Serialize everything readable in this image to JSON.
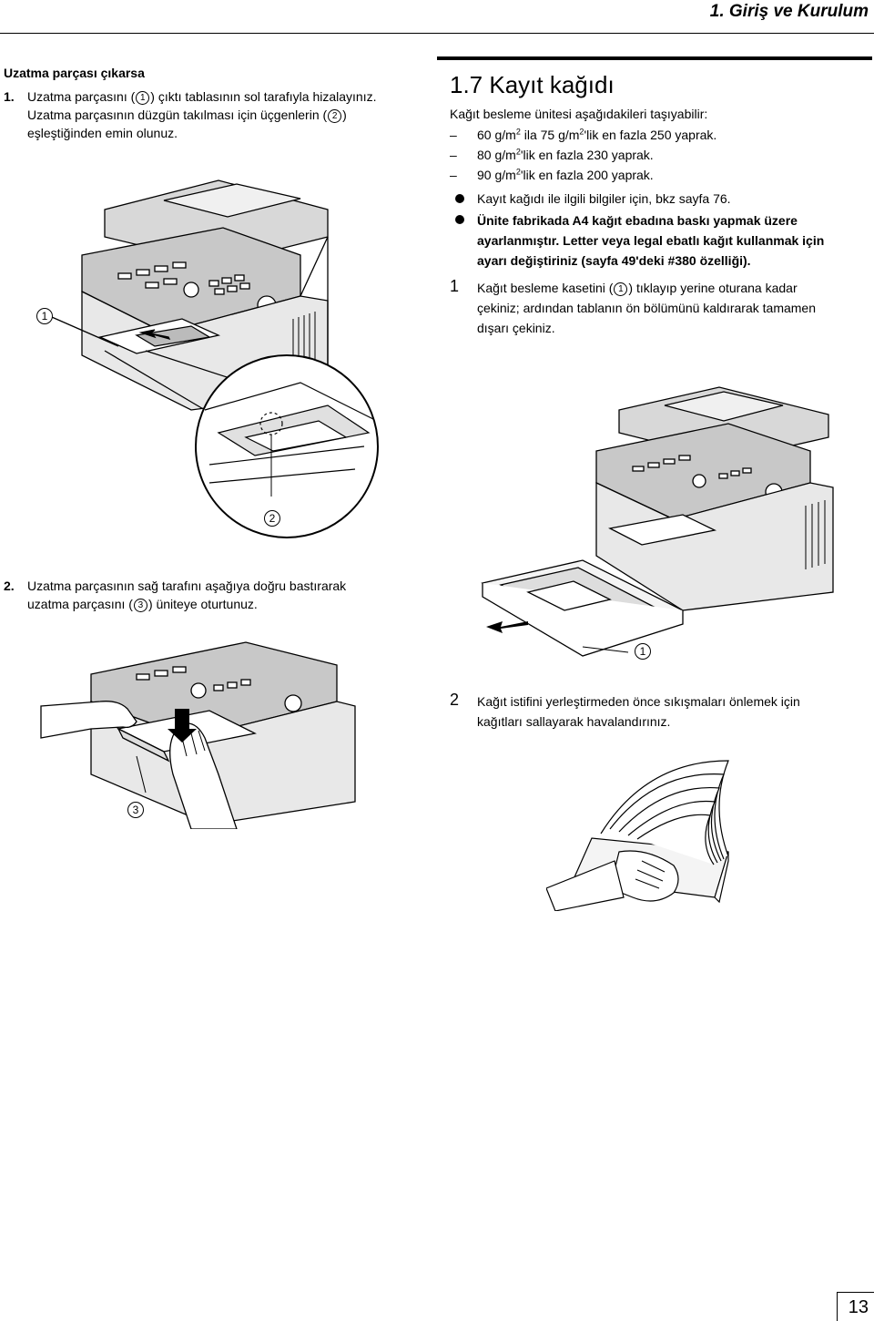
{
  "header": {
    "chapter_title": "1. Giriş ve Kurulum"
  },
  "left": {
    "heading": "Uzatma parçası çıkarsa",
    "step1": {
      "num": "1.",
      "line1_a": "Uzatma parçasını (",
      "line1_b": ") çıktı tablasının sol tarafıyla hizalayınız.",
      "line2_a": "Uzatma parçasının düzgün takılması için üçgenlerin (",
      "line2_b": ")",
      "line3": "eşleştiğinden emin olunuz."
    },
    "step2": {
      "num": "2.",
      "line1": "Uzatma parçasının sağ tarafını aşağıya doğru bastırarak",
      "line2_a": "uzatma parçasını (",
      "line2_b": ") üniteye oturtunuz."
    }
  },
  "right": {
    "section_title": "1.7 Kayıt kağıdı",
    "intro": "Kağıt besleme ünitesi aşağıdakileri taşıyabilir:",
    "dash_items": [
      {
        "a": "60 g/m",
        "b": " ila 75 g/m",
        "c": "'lik en fazla 250 yaprak."
      },
      {
        "a": "80 g/m",
        "c": "'lik en fazla 230 yaprak."
      },
      {
        "a": "90 g/m",
        "c": "'lik en fazla 200 yaprak."
      }
    ],
    "sup": "2",
    "bullet1": "Kayıt kağıdı ile ilgili bilgiler için, bkz sayfa 76.",
    "bullet2_line1": "Ünite fabrikada A4 kağıt ebadına baskı yapmak üzere",
    "bullet2_line2": "ayarlanmıştır. Letter veya legal ebatlı kağıt kullanmak için",
    "bullet2_line3": "ayarı değiştiriniz (sayfa 49'deki #380 özelliği).",
    "step1": {
      "num": "1",
      "line1_a": "Kağıt besleme kasetini (",
      "line1_b": ") tıklayıp yerine oturana kadar",
      "line2": "çekiniz; ardından tablanın ön bölümünü kaldırarak tamamen",
      "line3": "dışarı çekiniz."
    },
    "step2": {
      "num": "2",
      "line1": "Kağıt istifini yerleştirmeden önce sıkışmaları önlemek için",
      "line2": "kağıtları sallayarak havalandırınız."
    }
  },
  "callouts": {
    "one": "1",
    "two": "2",
    "three": "3"
  },
  "page_number": "13"
}
